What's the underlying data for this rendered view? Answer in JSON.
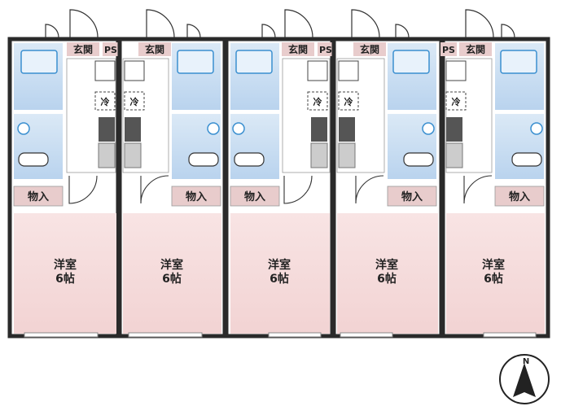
{
  "labels": {
    "genkan": "玄関",
    "ps": "PS",
    "monoire": "物入",
    "yoshitsu": "洋室",
    "size": "6帖",
    "rei": "冷"
  },
  "compass": {
    "north_letter": "N"
  },
  "colors": {
    "wall": "#2a2a2a",
    "room_pink": "#f6dede",
    "bath_blue": "#cfe1f3",
    "label_bar": "#e8cccc",
    "fixture": "#3a8fd0"
  }
}
